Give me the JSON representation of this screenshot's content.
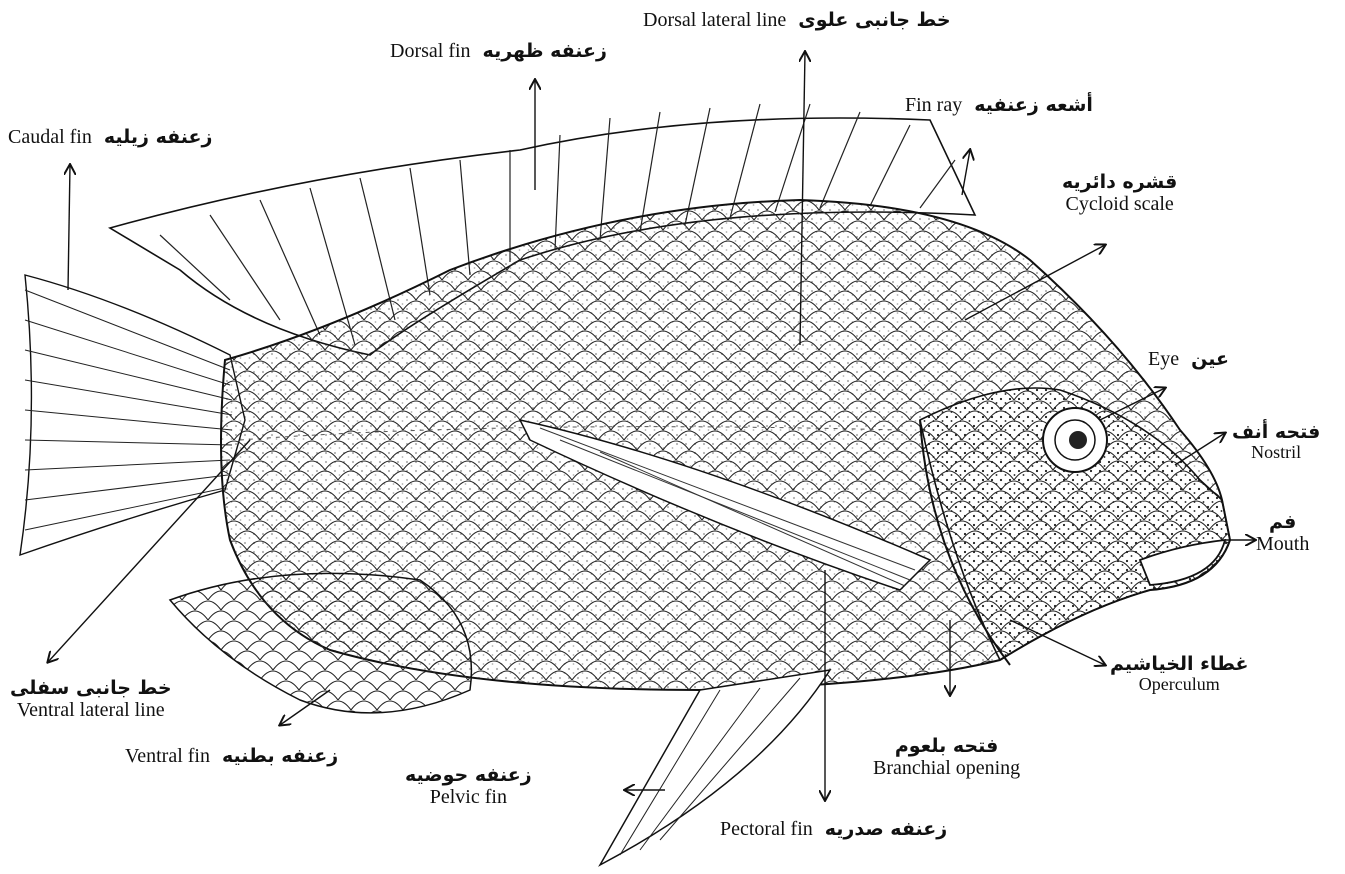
{
  "labels": {
    "dorsal_lateral_line": {
      "en": "Dorsal lateral line",
      "ar": "خط جانبى علوى"
    },
    "dorsal_fin": {
      "en": "Dorsal fin",
      "ar": "زعنفه ظهريه"
    },
    "caudal_fin": {
      "en": "Caudal fin",
      "ar": "زعنفه زيليه"
    },
    "fin_ray": {
      "en": "Fin ray",
      "ar": "أشعه زعنفيه"
    },
    "cycloid_scale": {
      "en": "Cycloid scale",
      "ar": "قشره دائريه"
    },
    "eye": {
      "en": "Eye",
      "ar": "عين"
    },
    "nostril": {
      "en": "Nostril",
      "ar": "فتحه أنف"
    },
    "mouth": {
      "en": "Mouth",
      "ar": "فم"
    },
    "operculum": {
      "en": "Operculum",
      "ar": "غطاء الخياشيم"
    },
    "branchial_opening": {
      "en": "Branchial opening",
      "ar": "فتحه بلعوم"
    },
    "pectoral_fin": {
      "en": "Pectoral fin",
      "ar": "زعنفه صدريه"
    },
    "pelvic_fin": {
      "en": "Pelvic fin",
      "ar": "زعنفه حوضيه"
    },
    "ventral_fin": {
      "en": "Ventral fin",
      "ar": "زعنفه بطنيه"
    },
    "ventral_lateral_line": {
      "en": "Ventral lateral line",
      "ar": "خط جانبى سفلى"
    }
  },
  "colors": {
    "ink": "#111111",
    "background": "#ffffff"
  }
}
